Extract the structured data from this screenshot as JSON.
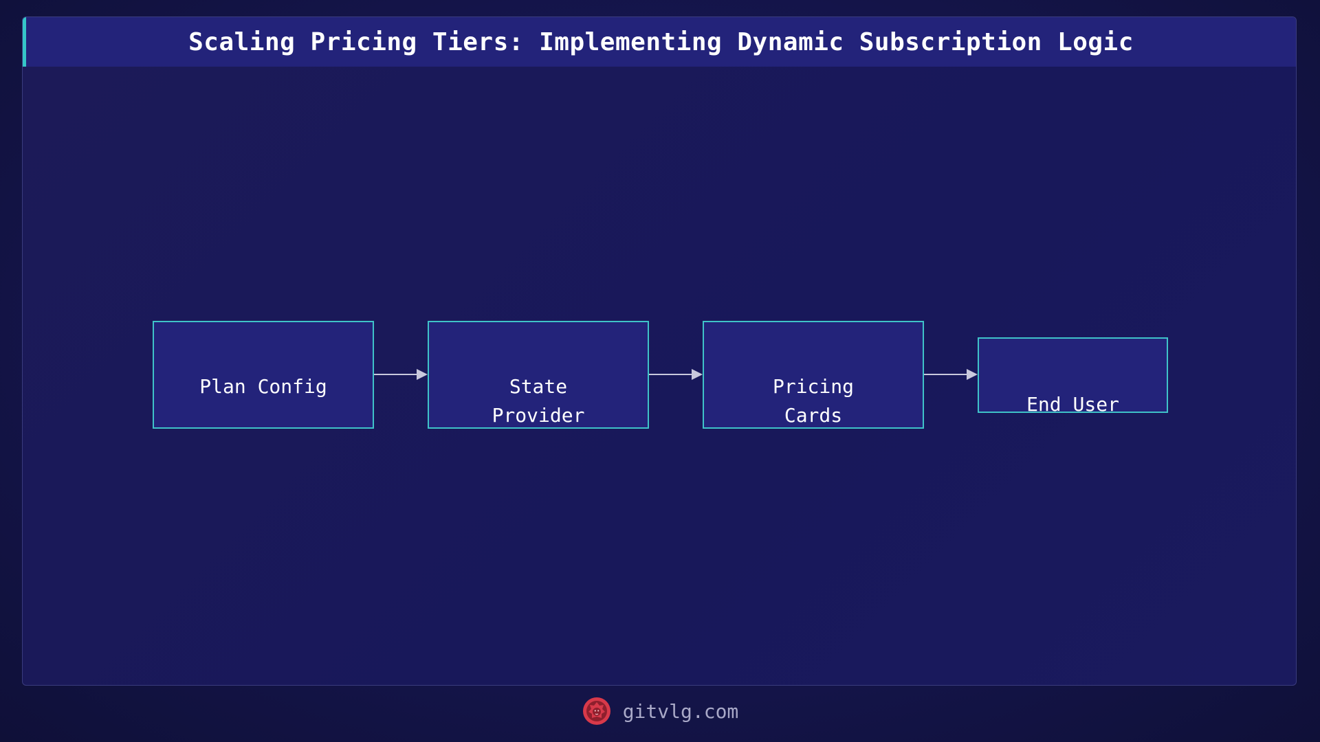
{
  "title": "Scaling Pricing Tiers: Implementing Dynamic Subscription Logic",
  "nodes": [
    {
      "label": "Plan Config"
    },
    {
      "label": "State\nProvider"
    },
    {
      "label": "Pricing\nCards"
    },
    {
      "label": "End User"
    }
  ],
  "footer": {
    "site": "gitvlg.com",
    "logo_icon": "lion-logo-icon"
  },
  "colors": {
    "background": "#161650",
    "title_bar": "#23237a",
    "accent": "#35c6c8",
    "node_fill": "#23237a",
    "node_border": "#3fc3c9",
    "arrow": "#c9c9dd",
    "logo": "#d8394a"
  }
}
